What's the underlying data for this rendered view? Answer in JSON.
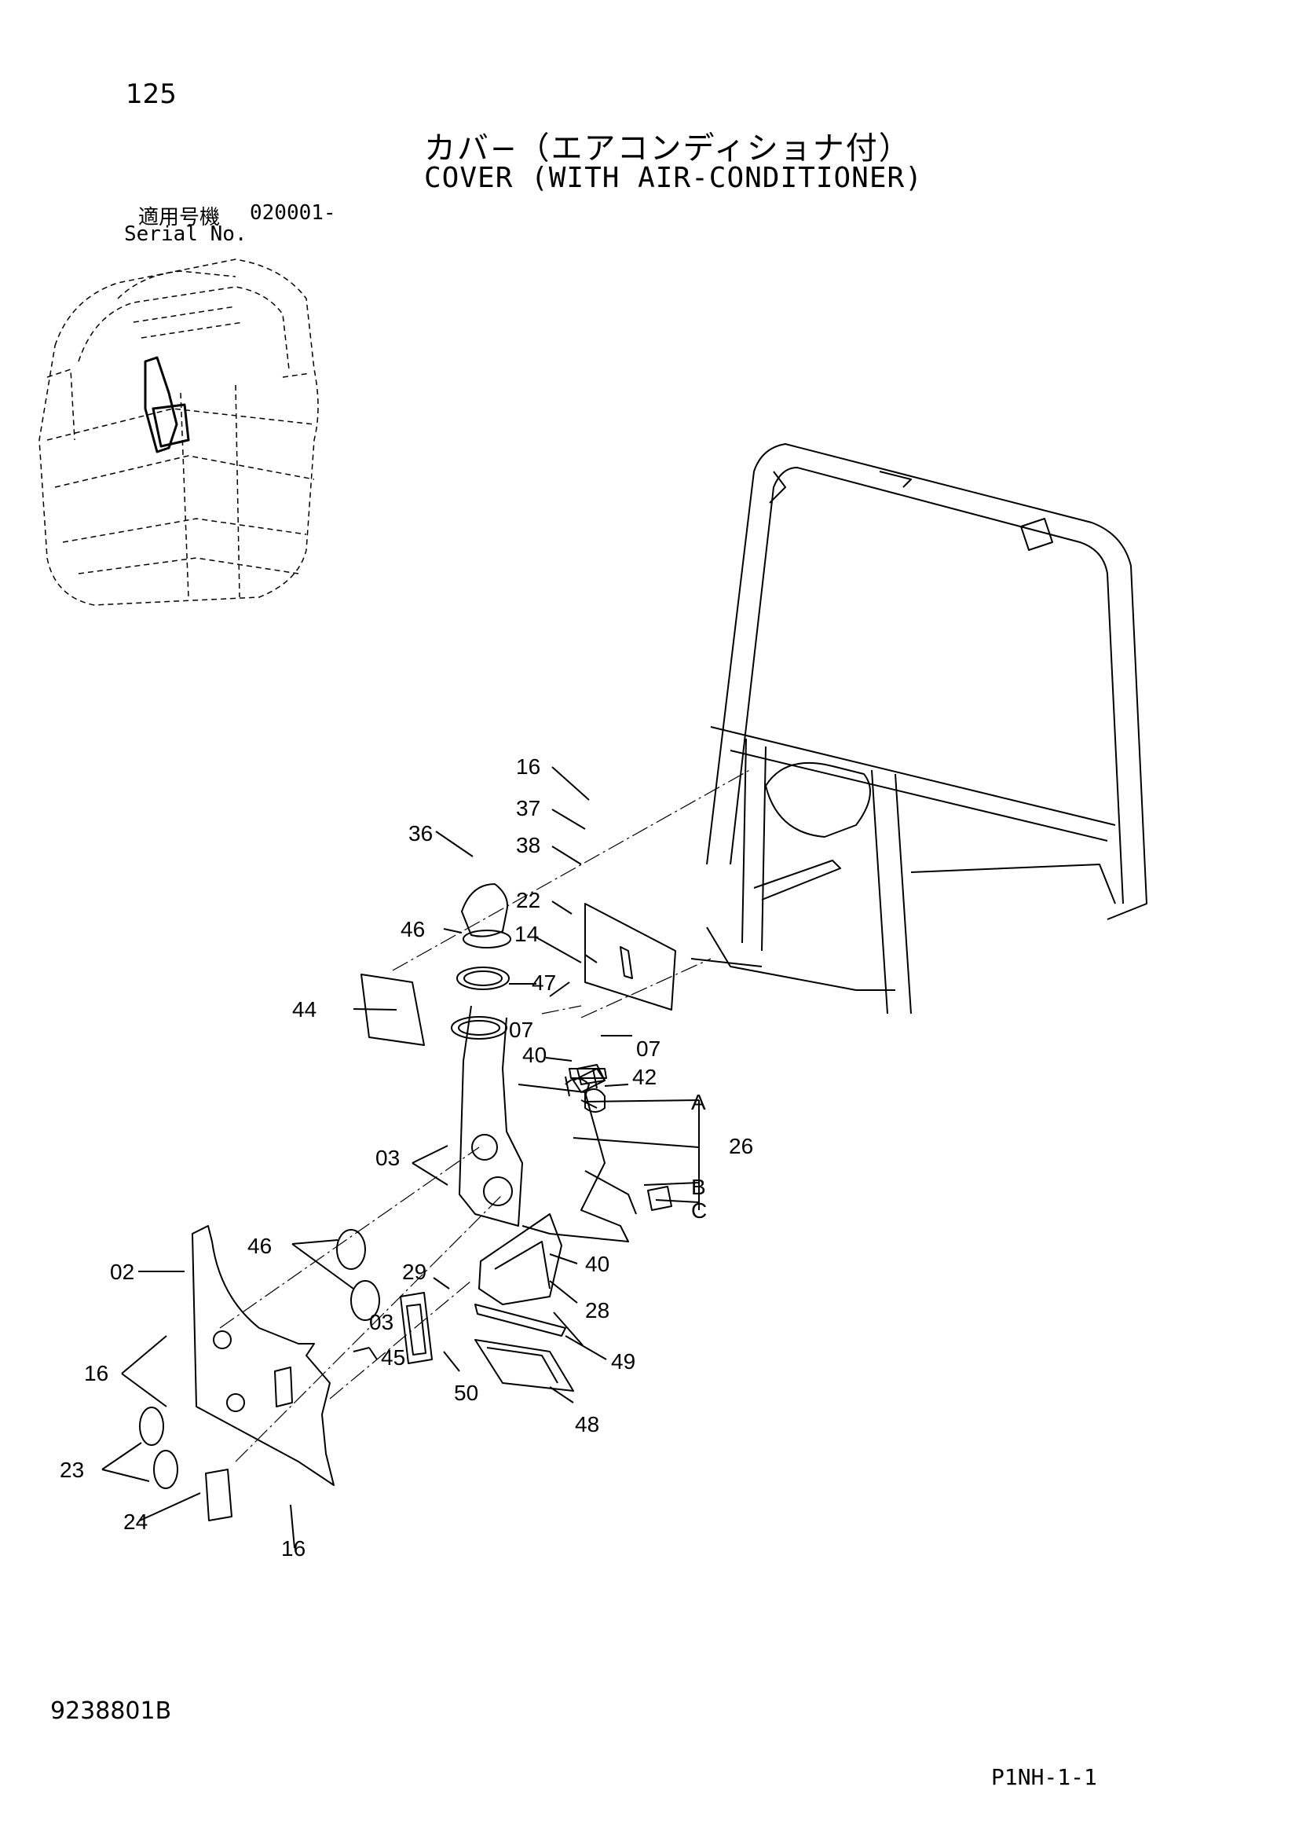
{
  "header": {
    "page_number": "125",
    "title_jp": "カバ−（エアコンディショナ付）",
    "title_en": "COVER (WITH AIR-CONDITIONER)",
    "serial_label_jp": "適用号機",
    "serial_code": "020001-",
    "serial_label_en": "Serial No."
  },
  "footer": {
    "doc_code": "9238801B",
    "page_ref": "P1NH-1-1"
  },
  "callouts": {
    "c16a": "16",
    "c37": "37",
    "c38": "38",
    "c36": "36",
    "c22": "22",
    "c46a": "46",
    "c14": "14",
    "c47": "47",
    "c44": "44",
    "c07a": "07",
    "c07b": "07",
    "c40a": "40",
    "c42": "42",
    "cA": "A",
    "c26": "26",
    "c03a": "03",
    "cB": "B",
    "cC": "C",
    "c46b": "46",
    "c02": "02",
    "c40b": "40",
    "c29": "29",
    "c28": "28",
    "c03b": "03",
    "c45": "45",
    "c49": "49",
    "c16b": "16",
    "c50": "50",
    "c48": "48",
    "c23": "23",
    "c24": "24",
    "c16c": "16"
  }
}
